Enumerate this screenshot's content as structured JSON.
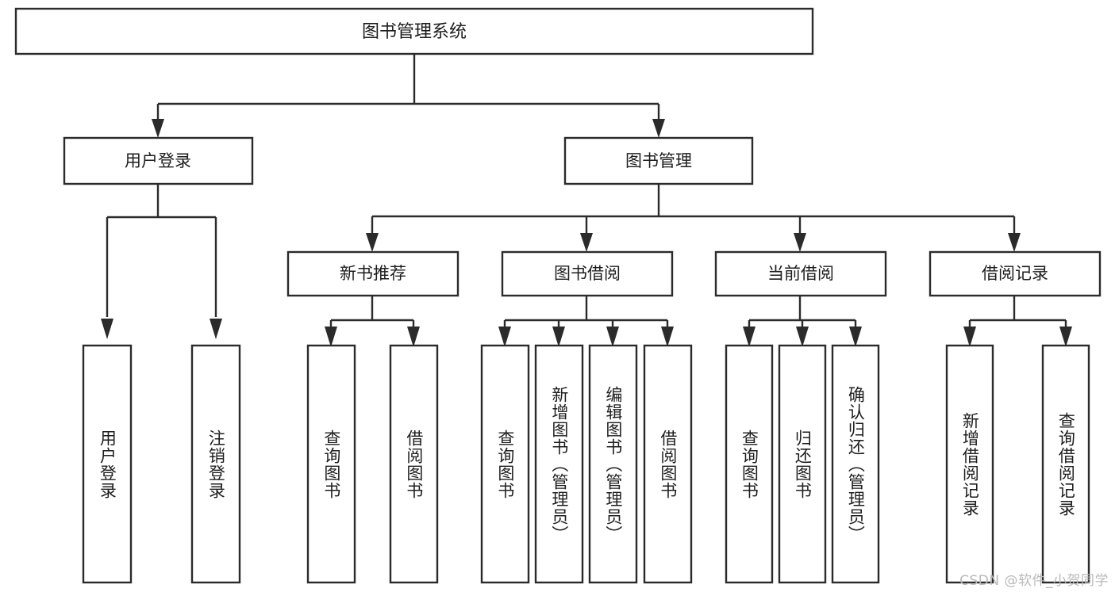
{
  "diagram": {
    "type": "tree",
    "title": "图书管理系统",
    "watermark": "CSDN @软件_小贺同学",
    "colors": {
      "box_stroke": "#2b2b2b",
      "box_fill": "#ffffff",
      "text": "#1d1d1d",
      "background": "#ffffff",
      "watermark": "#b9b9b9"
    },
    "root": {
      "label": "图书管理系统"
    },
    "level2": [
      {
        "label": "用户登录"
      },
      {
        "label": "图书管理"
      }
    ],
    "level3": [
      {
        "label": "新书推荐"
      },
      {
        "label": "图书借阅"
      },
      {
        "label": "当前借阅"
      },
      {
        "label": "借阅记录"
      }
    ],
    "leaves": {
      "user_login": [
        {
          "label": "用户登录"
        },
        {
          "label": "注销登录"
        }
      ],
      "new_book_recommend": [
        {
          "label": "查询图书"
        },
        {
          "label": "借阅图书"
        }
      ],
      "book_borrow": [
        {
          "label": "查询图书"
        },
        {
          "label": "新增图书（管理员）"
        },
        {
          "label": "编辑图书（管理员）"
        },
        {
          "label": "借阅图书"
        }
      ],
      "current_borrow": [
        {
          "label": "查询图书"
        },
        {
          "label": "归还图书"
        },
        {
          "label": "确认归还（管理员）"
        }
      ],
      "borrow_record": [
        {
          "label": "新增借阅记录"
        },
        {
          "label": "查询借阅记录"
        }
      ]
    }
  }
}
